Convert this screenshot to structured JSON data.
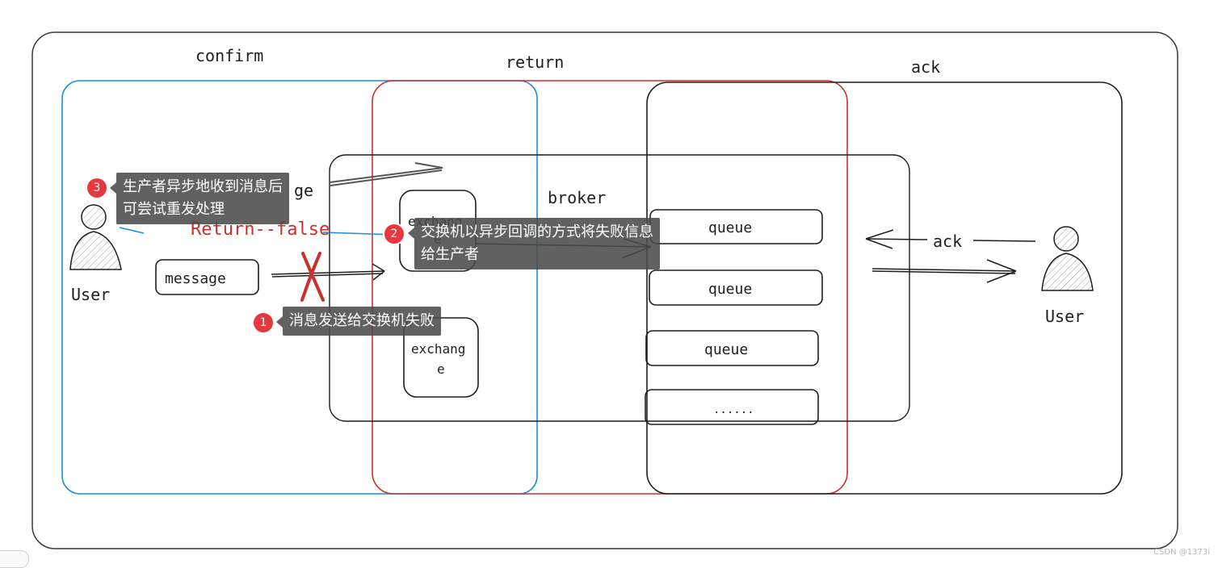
{
  "labels": {
    "confirm": "confirm",
    "return": "return",
    "ack_top": "ack",
    "broker": "broker",
    "exchange_top_line1": "exchang",
    "exchange_top_line2": "e",
    "exchange_bottom_line1": "exchang",
    "exchange_bottom_line2": "e",
    "queue1": "queue",
    "queue2": "queue",
    "queue3": "queue",
    "queue_more": "......",
    "message": "message",
    "user_left": "User",
    "user_right": "User",
    "return_false": "Return--false",
    "ack_arrow": "ack",
    "partial_ge": "ge"
  },
  "annotations": [
    {
      "number": "1",
      "text": "消息发送给交换机失败"
    },
    {
      "number": "2",
      "text": "交换机以异步回调的方式将失败信息\n给生产者"
    },
    {
      "number": "3",
      "text": "生产者异步地收到消息后\n可尝试重发处理"
    }
  ],
  "watermark": "CSDN @1373i",
  "colors": {
    "confirm_region": "#1c8fdc",
    "return_region": "#c9302c",
    "ink": "#1e1e1e",
    "tooltip_bg": "#4b4b4b",
    "badge": "#e8383d"
  }
}
